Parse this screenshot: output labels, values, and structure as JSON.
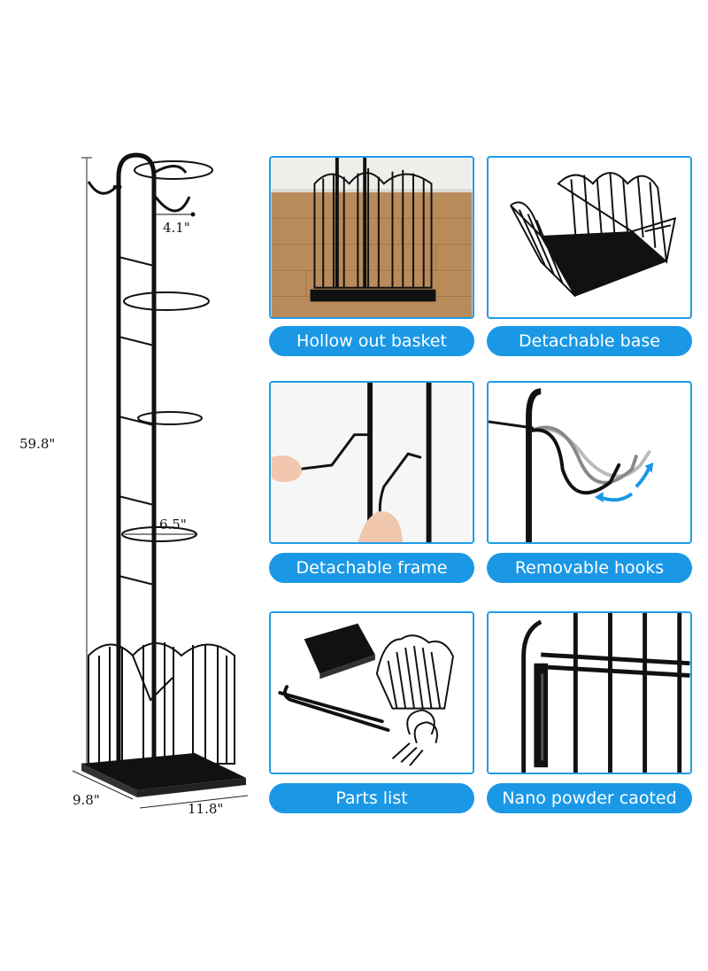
{
  "dimensions": {
    "height": "59.8\"",
    "hook_width": "4.1\"",
    "ring_width": "6.5\"",
    "base_depth": "9.8\"",
    "base_width": "11.8\""
  },
  "features": [
    {
      "label": "Hollow out basket"
    },
    {
      "label": "Detachable base"
    },
    {
      "label": "Detachable frame"
    },
    {
      "label": "Removable hooks"
    },
    {
      "label": "Parts list"
    },
    {
      "label": "Nano powder caoted"
    }
  ],
  "colors": {
    "accent": "#1a98e6",
    "frame_border": "#1e9de8",
    "metal": "#111111"
  }
}
